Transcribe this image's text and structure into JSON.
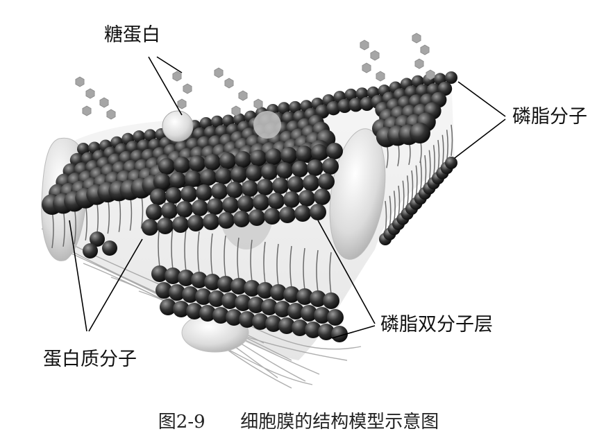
{
  "labels": {
    "glycoprotein": "糖蛋白",
    "phospholipid_molecule": "磷脂分子",
    "phospholipid_bilayer": "磷脂双分子层",
    "protein_molecule": "蛋白质分子"
  },
  "caption": {
    "number": "图2-9",
    "title": "细胞膜的结构模型示意图"
  },
  "colors": {
    "head_dark": "#1c1c1c",
    "head_light": "#8a8a8a",
    "tail": "#7a7a7a",
    "protein": "#d9d9d9",
    "sugar": "#9a9a9a",
    "line": "#000000"
  }
}
